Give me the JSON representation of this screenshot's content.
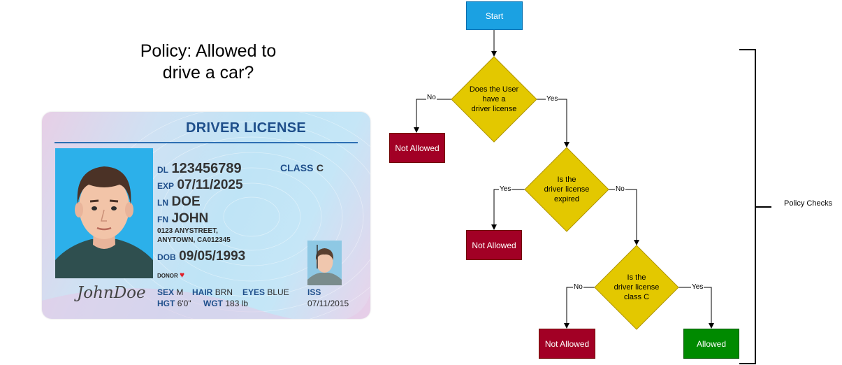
{
  "policy": {
    "title_line1": "Policy: Allowed to",
    "title_line2": "drive a car?"
  },
  "license": {
    "card_title": "DRIVER LICENSE",
    "dl_label": "DL",
    "dl_value": "123456789",
    "class_label": "CLASS",
    "class_value": "C",
    "exp_label": "EXP",
    "exp_value": "07/11/2025",
    "ln_label": "LN",
    "ln_value": "DOE",
    "fn_label": "FN",
    "fn_value": "JOHN",
    "address_line1": "0123 ANYSTREET,",
    "address_line2": "ANYTOWN, CA012345",
    "dob_label": "DOB",
    "dob_value": "09/05/1993",
    "donor_label": "DONOR",
    "sex_label": "SEX",
    "sex_value": "M",
    "hair_label": "HAIR",
    "hair_value": "BRN",
    "eyes_label": "EYES",
    "eyes_value": "BLUE",
    "hgt_label": "HGT",
    "hgt_value": "6'0\"",
    "wgt_label": "WGT",
    "wgt_value": "183 lb",
    "iss_label": "ISS",
    "iss_value": "07/11/2015",
    "signature": "JohnDoe"
  },
  "flowchart": {
    "start": "Start",
    "decision1": [
      "Does the User",
      "have a",
      "driver license"
    ],
    "decision2": [
      "Is the",
      "driver license",
      "expired"
    ],
    "decision3": [
      "Is the",
      "driver license",
      "class C"
    ],
    "result_not_allowed": "Not Allowed",
    "result_allowed": "Allowed",
    "yes": "Yes",
    "no": "No",
    "brace_label": "Policy Checks"
  },
  "colors": {
    "start_fill": "#1ba1e2",
    "decision_fill": "#e3c800",
    "decision_stroke": "#b09500",
    "not_allowed_fill": "#a20025",
    "allowed_fill": "#008a00",
    "card_accent": "#1f4f8b"
  }
}
